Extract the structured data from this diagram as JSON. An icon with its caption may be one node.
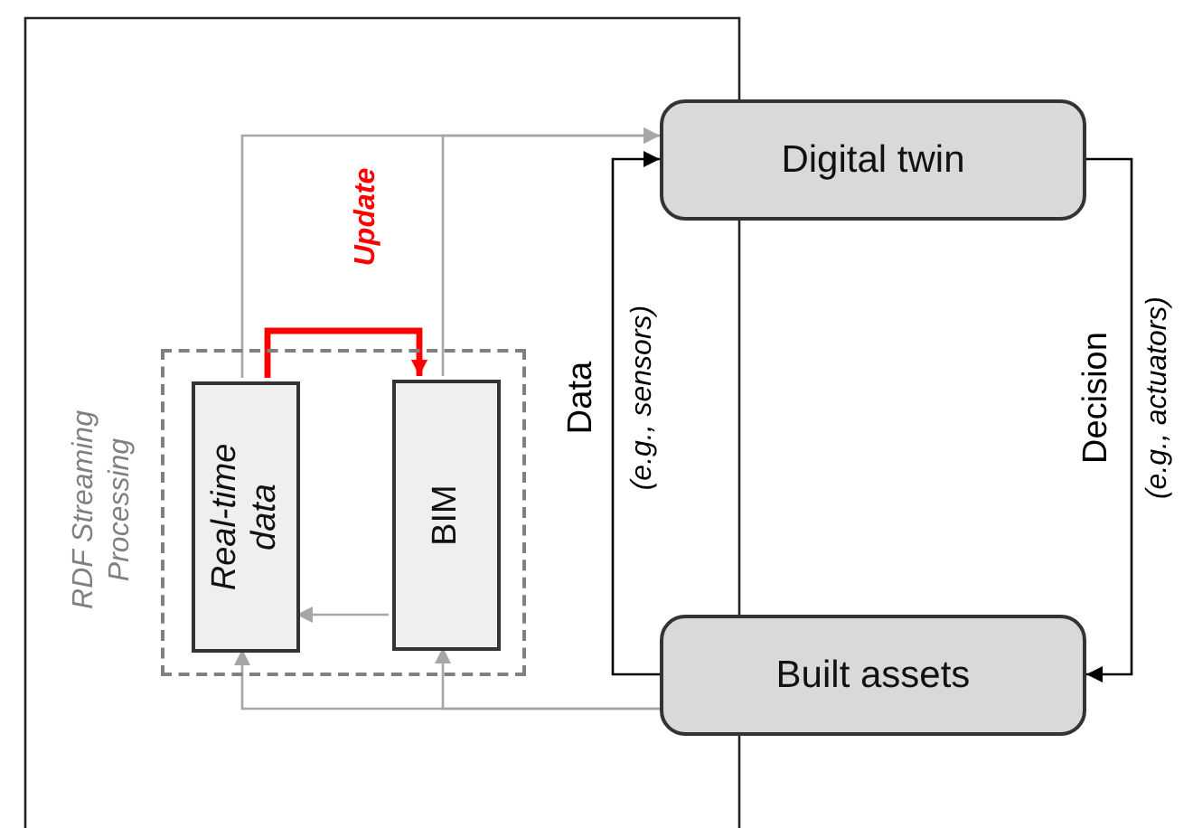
{
  "diagram": {
    "nodes": [
      {
        "text": [
          "RDF Streaming Processing"
        ]
      },
      {
        "text": [
          "Real-time data"
        ],
        "in": 0
      },
      {
        "text": [
          "BIM"
        ],
        "in": 0
      },
      {
        "text": [
          "Digital twin"
        ]
      },
      {
        "text": [
          "Built assets"
        ]
      }
    ],
    "edges": [
      {
        "from": 1,
        "to": 2,
        "arrow": "to",
        "label": "Update",
        "style": "thick",
        "color": "#ff0000"
      },
      {
        "from": 2,
        "to": 1,
        "arrow": "to"
      },
      {
        "from": 1,
        "to": 3,
        "arrow": "to"
      },
      {
        "from": 2,
        "to": 3,
        "arrow": "to"
      },
      {
        "from": 4,
        "to": 1,
        "arrow": "to"
      },
      {
        "from": 4,
        "to": 2,
        "arrow": "to"
      },
      {
        "from": 4,
        "to": 3,
        "arrow": "to",
        "label": "Data *(e.g., sensors)*",
        "color": "#000000"
      },
      {
        "from": 3,
        "to": 4,
        "arrow": "to",
        "label": "Decision *(e.g., actuators)*",
        "color": "#000000"
      }
    ]
  }
}
